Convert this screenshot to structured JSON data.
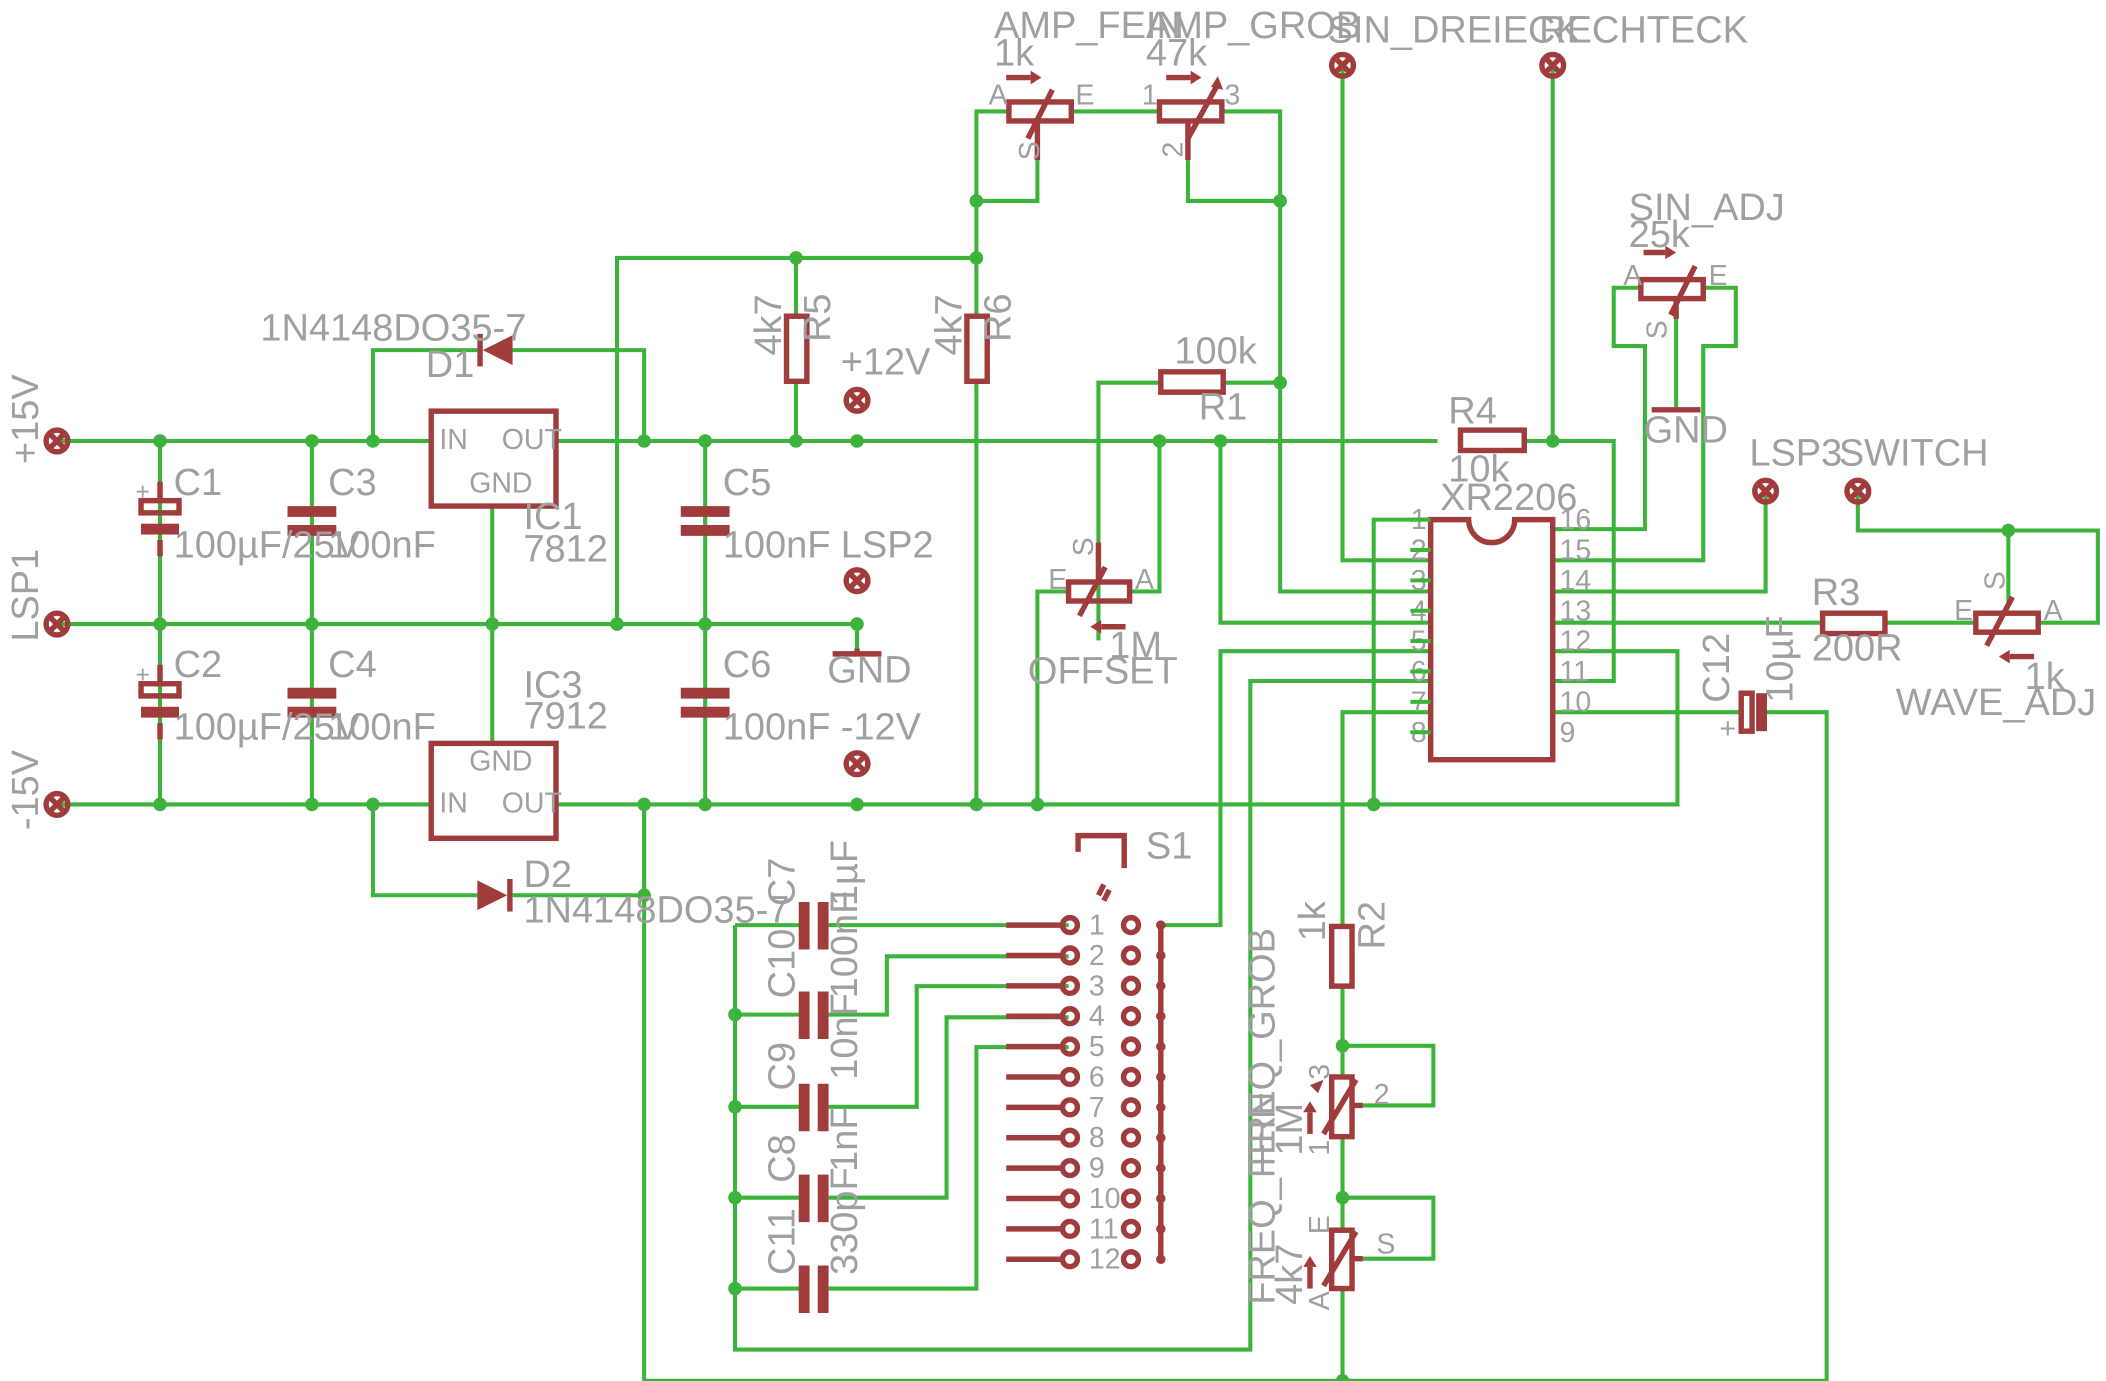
{
  "colors": {
    "wire": "#3cb43c",
    "symbol": "#a03c3c",
    "text": "#a0a0a0",
    "background": "#ffffff"
  },
  "connectors": {
    "p15": "+15V",
    "lsp1": "LSP1",
    "m15": "-15V",
    "p12": "+12V",
    "lsp2": "LSP2",
    "m12": "-12V",
    "sin": "SIN_DREIECK",
    "rect": "RECHTECK",
    "lsp3": "LSP3",
    "switch": "SWITCH"
  },
  "supply": {
    "c1": {
      "name": "C1",
      "value": "100µF/25V"
    },
    "c2": {
      "name": "C2",
      "value": "100µF/25V"
    },
    "c3": {
      "name": "C3",
      "value": "100nF"
    },
    "c4": {
      "name": "C4",
      "value": "100nF"
    },
    "c5": {
      "name": "C5",
      "value": "100nF"
    },
    "c6": {
      "name": "C6",
      "value": "100nF"
    },
    "ic1": {
      "name": "IC1",
      "value": "7812",
      "pin_in": "IN",
      "pin_out": "OUT",
      "pin_gnd": "GND"
    },
    "ic3": {
      "name": "IC3",
      "value": "7912",
      "pin_in": "IN",
      "pin_out": "OUT",
      "pin_gnd": "GND"
    },
    "d1": {
      "name": "D1",
      "value": "1N4148DO35-7"
    },
    "d2": {
      "name": "D2",
      "value": "1N4148DO35-7"
    },
    "gnd": "GND"
  },
  "resistors": {
    "r1": {
      "name": "R1",
      "value": "100k"
    },
    "r2": {
      "name": "R2",
      "value": "1k"
    },
    "r3": {
      "name": "R3",
      "value": "200R"
    },
    "r4": {
      "name": "R4",
      "value": "10k"
    },
    "r5": {
      "name": "R5",
      "value": "4k7"
    },
    "r6": {
      "name": "R6",
      "value": "4k7"
    }
  },
  "pots": {
    "amp_fein": {
      "name": "AMP_FEIN",
      "value": "1k",
      "pins": [
        "A",
        "E",
        "S"
      ]
    },
    "amp_grob": {
      "name": "AMP_GROB",
      "value": "47k",
      "pins": [
        "1",
        "3",
        "2"
      ]
    },
    "sin_adj": {
      "name": "SIN_ADJ",
      "value": "25k",
      "pins": [
        "A",
        "E",
        "S"
      ]
    },
    "offset": {
      "name": "OFFSET",
      "value": "1M",
      "pins": [
        "E",
        "A",
        "S"
      ]
    },
    "wave_adj": {
      "name": "WAVE_ADJ",
      "value": "1k",
      "pins": [
        "E",
        "A",
        "S"
      ]
    },
    "freq_grob": {
      "name": "FREQ_GROB",
      "value": "1M",
      "pins": [
        "3",
        "1",
        "2"
      ]
    },
    "freq_fein": {
      "name": "FREQ_FEIN",
      "value": "4k7",
      "pins": [
        "E",
        "A",
        "S"
      ]
    }
  },
  "ic": {
    "name": "XR2206",
    "left_pins": [
      "1",
      "2",
      "3",
      "4",
      "5",
      "6",
      "7",
      "8"
    ],
    "right_pins": [
      "16",
      "15",
      "14",
      "13",
      "12",
      "11",
      "10",
      "9"
    ]
  },
  "caps": {
    "c7": {
      "name": "C7",
      "value": "1µF"
    },
    "c10": {
      "name": "C10",
      "value": "100nF"
    },
    "c9": {
      "name": "C9",
      "value": "10nF"
    },
    "c8": {
      "name": "C8",
      "value": "1nF"
    },
    "c11": {
      "name": "C11",
      "value": "330pF"
    },
    "c12": {
      "name": "C12",
      "value": "10µF"
    },
    "plus": "+"
  },
  "switch_s1": {
    "name": "S1",
    "pins": [
      "1",
      "2",
      "3",
      "4",
      "5",
      "6",
      "7",
      "8",
      "9",
      "10",
      "11",
      "12"
    ]
  }
}
